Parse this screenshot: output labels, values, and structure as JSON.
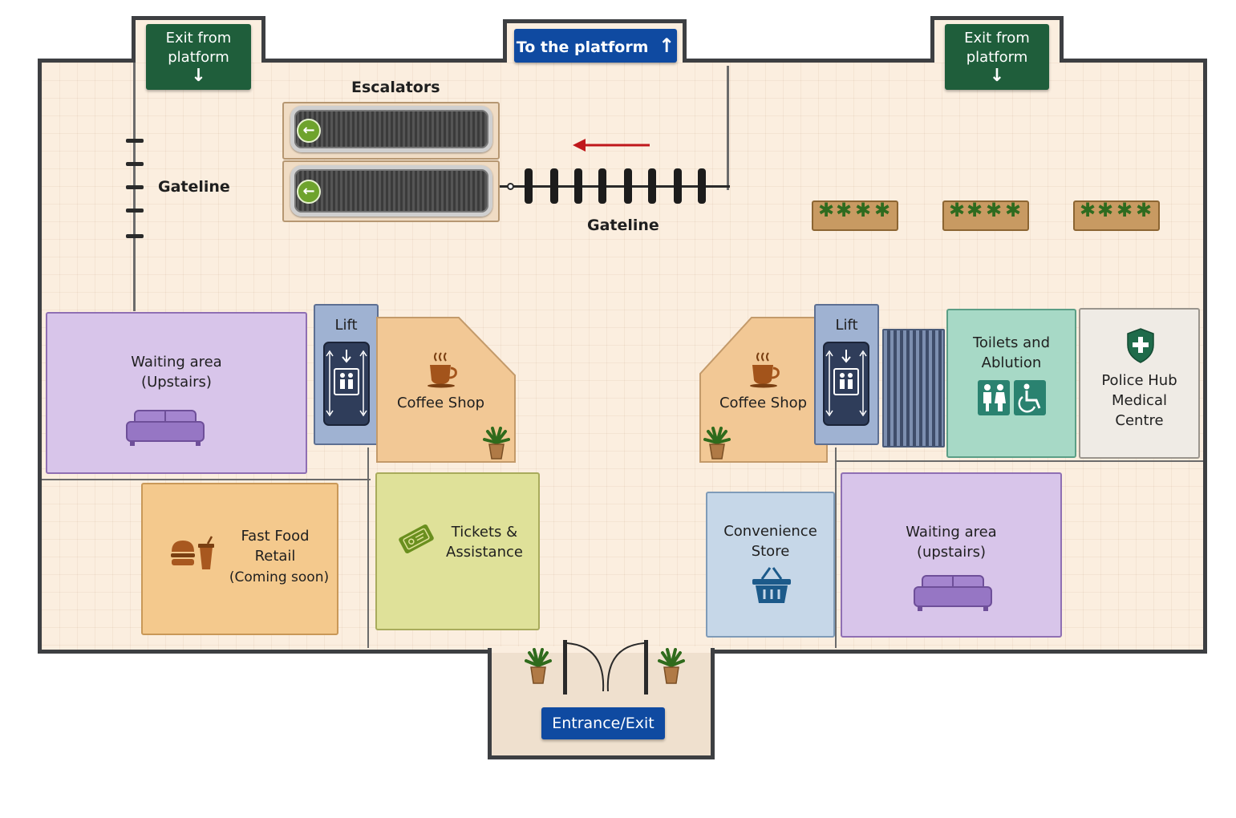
{
  "signs": {
    "exit_left": [
      "Exit from",
      "platform"
    ],
    "exit_right": [
      "Exit from",
      "platform"
    ],
    "to_platform": "To the platform",
    "entrance": "Entrance/Exit"
  },
  "labels": {
    "escalators": "Escalators",
    "gateline_left": "Gateline",
    "gateline_center": "Gateline"
  },
  "rooms": {
    "waiting_left": [
      "Waiting area",
      "(Upstairs)"
    ],
    "lift_left": "Lift",
    "coffee_left": "Coffee Shop",
    "fast_food": [
      "Fast Food",
      "Retail",
      "(Coming soon)"
    ],
    "tickets": [
      "Tickets &",
      "Assistance"
    ],
    "coffee_right": "Coffee Shop",
    "lift_right": "Lift",
    "toilets": [
      "Toilets and",
      "Ablution"
    ],
    "police": [
      "Police Hub",
      "Medical",
      "Centre"
    ],
    "convenience": [
      "Convenience",
      "Store"
    ],
    "waiting_right": [
      "Waiting area",
      "(upstairs)"
    ]
  },
  "icons": {
    "exit_arrow": "↓",
    "platform_arrow": "↑",
    "escalator_arrow": "←",
    "flow_arrow": "red-left-arrow"
  },
  "colors": {
    "wall": "#3d3f42",
    "floor": "#fbeedf",
    "exit_sign": "#1f5e3b",
    "platform_sign": "#0f4aa1",
    "waiting": "#d8c5ea",
    "fast_food": "#f4c98d",
    "coffee": "#f2c895",
    "tickets": "#dfe199",
    "convenience": "#c6d7e8",
    "toilets": "#a7d9c6",
    "police": "#efebe5",
    "lift": "#9fb2d2"
  }
}
